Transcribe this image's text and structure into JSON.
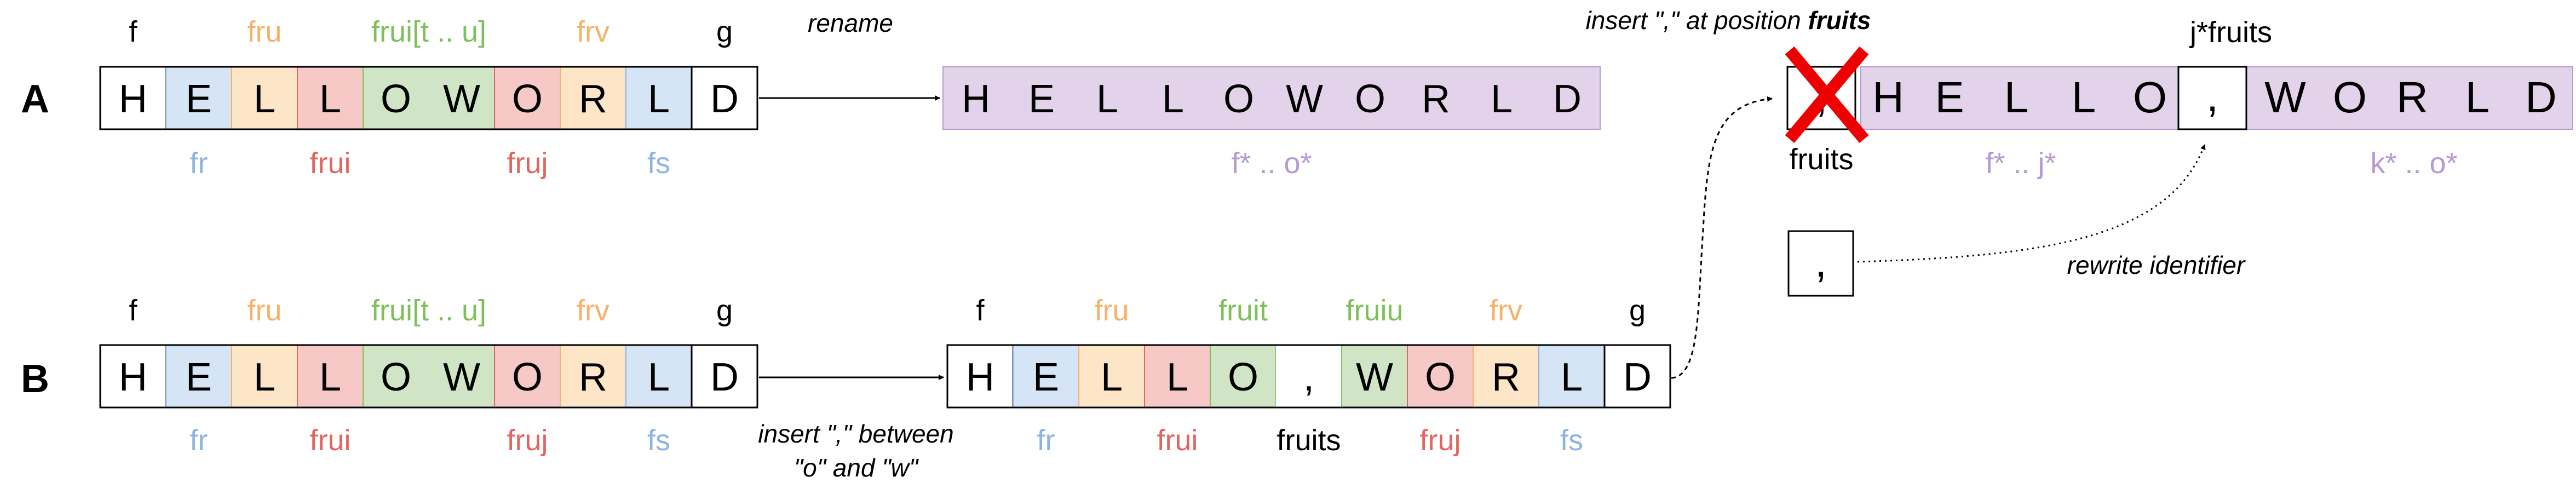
{
  "colors": {
    "peach": "#fde5c8",
    "peach_text": "#f6b26b",
    "blue": "#d5e5f6",
    "blue_text": "#8fb4e4",
    "red": "#f6c9c6",
    "red_text": "#e06660",
    "green": "#cfe5c5",
    "green_text": "#7fbf5c",
    "purple": "#e2d3eb",
    "purple_text": "#b69ad1",
    "cross": "#ee0000"
  },
  "rows": {
    "a_label": "A",
    "b_label": "B"
  },
  "word": {
    "letters": [
      "H",
      "E",
      "L",
      "L",
      "O",
      "W",
      "O",
      "R",
      "L",
      "D"
    ],
    "top_labels": [
      "f",
      "fru",
      "frui[t .. u]",
      "frv",
      "g"
    ],
    "bottom_labels": [
      "fr",
      "frui",
      "fruj",
      "fs"
    ]
  },
  "edges": {
    "rename": "rename",
    "insert_line1": "insert \",\" between",
    "insert_line2": "\"o\" and \"w\"",
    "insert_at_prefix": "insert \",\" at position ",
    "insert_at_bold": "fruits",
    "rewrite": "rewrite identifier"
  },
  "renamed": {
    "letters": [
      "H",
      "E",
      "L",
      "L",
      "O",
      "W",
      "O",
      "R",
      "L",
      "D"
    ],
    "label": "f* .. o*"
  },
  "inserted": {
    "letters": [
      "H",
      "E",
      "L",
      "L",
      "O",
      ",",
      "W",
      "O",
      "R",
      "L",
      "D"
    ],
    "top_labels": [
      "f",
      "fru",
      "fruit",
      "fruiu",
      "frv",
      "g"
    ],
    "bottom_labels": [
      "fr",
      "frui",
      "fruits",
      "fruj",
      "fs"
    ]
  },
  "result": {
    "comma": ",",
    "deleted_label": "fruits",
    "new_id": "j*fruits",
    "left_letters": [
      "H",
      "E",
      "L",
      "L",
      "O"
    ],
    "right_letters": [
      "W",
      "O",
      "R",
      "L",
      "D"
    ],
    "left_range": "f* .. j*",
    "right_range": "k* .. o*",
    "standalone_comma": ","
  }
}
